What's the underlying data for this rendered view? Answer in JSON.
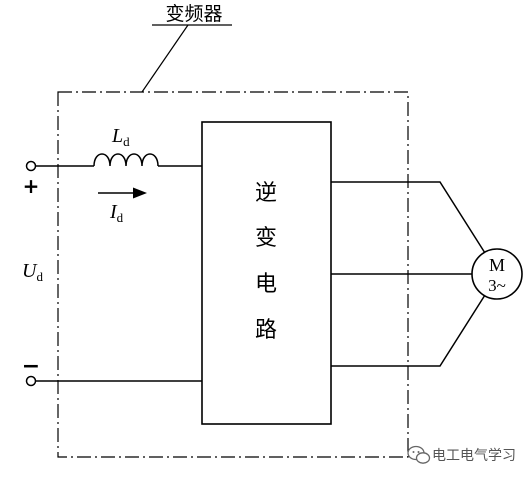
{
  "diagram": {
    "title": "变频器",
    "inductor_label": {
      "main": "L",
      "sub": "d"
    },
    "current_label": {
      "main": "I",
      "sub": "d"
    },
    "voltage_label": {
      "main": "U",
      "sub": "d"
    },
    "plus_sign": "+",
    "minus_sign": "−",
    "inverter_chars": [
      "逆",
      "变",
      "电",
      "路"
    ],
    "motor_label_top": "M",
    "motor_label_bottom": "3~",
    "watermark_text": "电工电气学习",
    "watermark_icon": "wechat-icon"
  }
}
